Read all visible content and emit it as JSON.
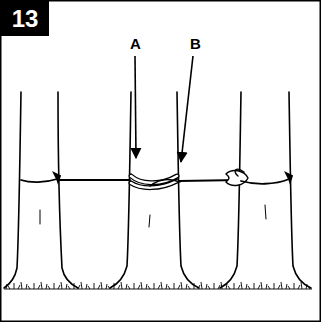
{
  "diagram": {
    "nodes": [
      {
        "text": [
          "13"
        ]
      }
    ],
    "labels": [
      "A",
      "B"
    ]
  }
}
